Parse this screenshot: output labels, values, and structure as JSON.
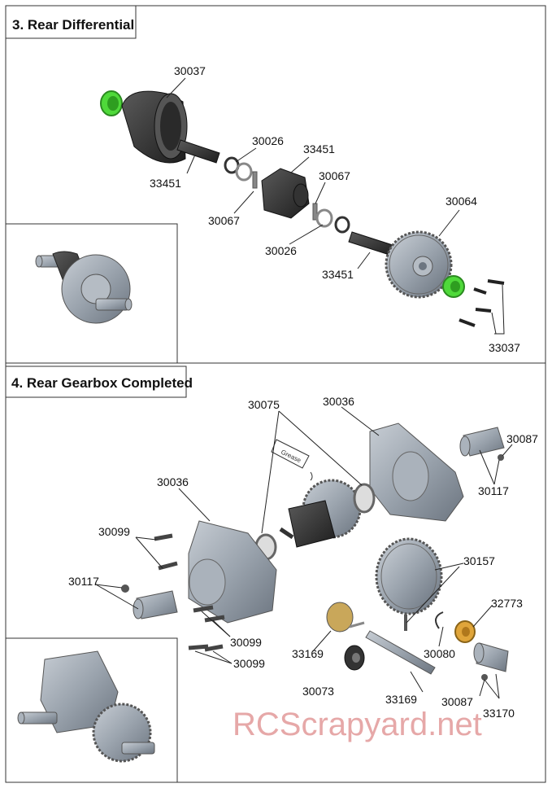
{
  "sections": [
    {
      "title": "3. Rear Differential",
      "labels": {
        "top_30037": "30037",
        "right_33037": "33037",
        "sun_30026": "30026",
        "case_33451": "33451",
        "left_33451": "33451",
        "right_30067": "30067",
        "left_30067": "30067",
        "ring_30064": "30064",
        "low_30026": "30026",
        "low_33451": "33451"
      }
    },
    {
      "title": "4. Rear Gearbox Completed",
      "grease_label": "Grease",
      "labels": {
        "bearing_30075": "30075",
        "upper_30036": "30036",
        "cup_30087": "30087",
        "cup_30117": "30117",
        "housing_30036": "30036",
        "spur_30157": "30157",
        "screw_30099": "30099",
        "left_30117": "30117",
        "nut_32773": "32773",
        "lower_30099a": "30099",
        "lower_30099b": "30099",
        "pinion_33169": "33169",
        "clip_30080": "30080",
        "bearing_30073": "30073",
        "shaft_33169": "33169",
        "pin_30087": "30087",
        "outdrive_33170": "33170"
      }
    }
  ],
  "watermark": "RCScrapyard.net",
  "colors": {
    "part_gray": "#9aa3ad",
    "part_dark": "#3a3a3a",
    "green_ring": "#4fd93a",
    "gold_nut": "#e0a53a",
    "frame": "#333333",
    "watermark": "#e6a8a8"
  }
}
